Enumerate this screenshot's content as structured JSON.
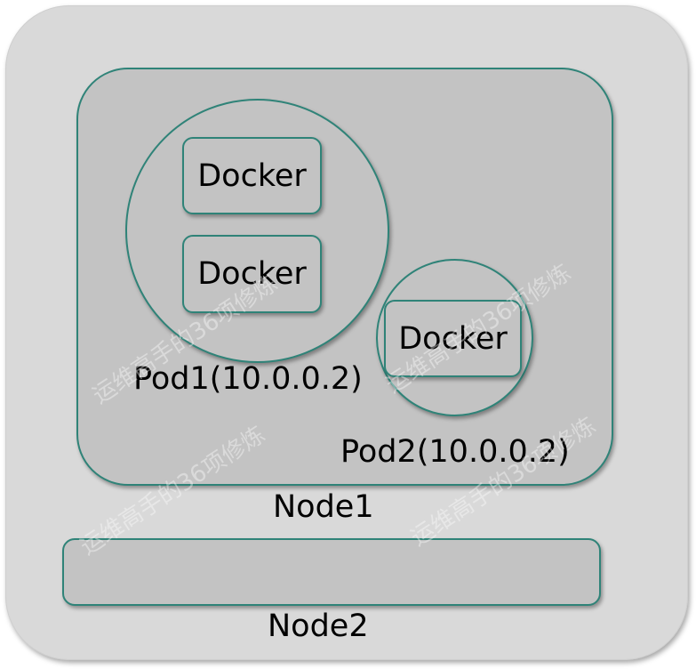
{
  "diagram": {
    "nodes": [
      {
        "label": "Node1"
      },
      {
        "label": "Node2"
      }
    ],
    "pods": [
      {
        "label": "Pod1(10.0.0.2)",
        "containers": [
          "Docker",
          "Docker"
        ]
      },
      {
        "label": "Pod2(10.0.0.2)",
        "containers": [
          "Docker"
        ]
      }
    ],
    "watermark": "运维高手的36项修炼"
  },
  "colors": {
    "border": "#2f8378",
    "outer_background": "#d9d9d9",
    "box_fill": "#c3c3c3"
  }
}
